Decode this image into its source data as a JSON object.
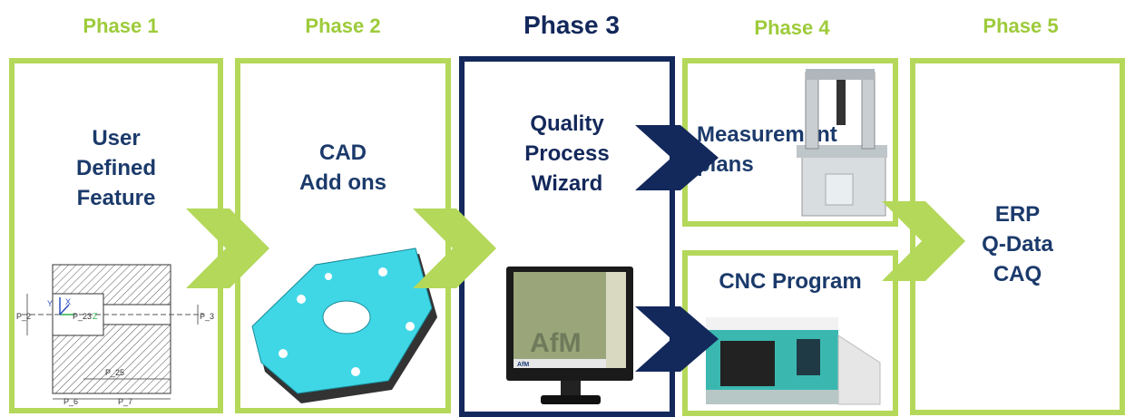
{
  "phases": [
    {
      "label": "Phase 1",
      "text": "User\nDefined\nFeature"
    },
    {
      "label": "Phase 2",
      "text": "CAD\nAdd ons"
    },
    {
      "label": "Phase 3",
      "text": "Quality\nProcess\nWizard"
    },
    {
      "label": "Phase 4",
      "top_text": "Measurement\nplans",
      "bottom_text": "CNC Program"
    },
    {
      "label": "Phase 5",
      "text": "ERP\nQ-Data\nCAQ"
    }
  ],
  "drawing_labels": {
    "p2": "P_2",
    "p3": "P_3",
    "p6": "P_6",
    "p7": "P_7",
    "p23": "P_23",
    "p25": "P_25",
    "y": "Y",
    "x": "X",
    "z": "Z"
  },
  "monitor_logo": "AfM",
  "monitor_small_logo": "AfM",
  "colors": {
    "green": "#b4d85a",
    "green_text": "#9dcb3a",
    "navy": "#13285b",
    "cyan_part": "#3fd7e6"
  },
  "icons": [
    "feature-drawing-icon",
    "cad-part-icon",
    "monitor-icon",
    "cmm-machine-icon",
    "cnc-lathe-icon"
  ]
}
